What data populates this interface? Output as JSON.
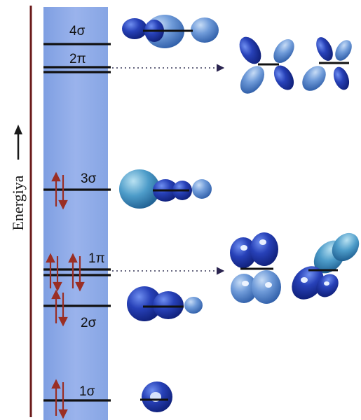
{
  "axis": {
    "label": "Energiya",
    "direction": "up"
  },
  "levels": [
    {
      "id": "4sigma",
      "label": "4σ",
      "electrons": 0
    },
    {
      "id": "2pi",
      "label": "2π",
      "electrons": 0,
      "degenerate": 2
    },
    {
      "id": "3sigma",
      "label": "3σ",
      "electrons": 2
    },
    {
      "id": "1pi",
      "label": "1π",
      "electrons": 4,
      "degenerate": 2
    },
    {
      "id": "2sigma",
      "label": "2σ",
      "electrons": 2
    },
    {
      "id": "1sigma",
      "label": "1σ",
      "electrons": 2
    }
  ],
  "colors": {
    "column": "#8aa8e6",
    "level_line": "#111111",
    "electron_arrow": "#9a2e24",
    "orbital_dark": "#1b34a8",
    "orbital_light": "#5f8fd6",
    "axis_line": "#6b1a1a",
    "pointer": "#333355"
  }
}
